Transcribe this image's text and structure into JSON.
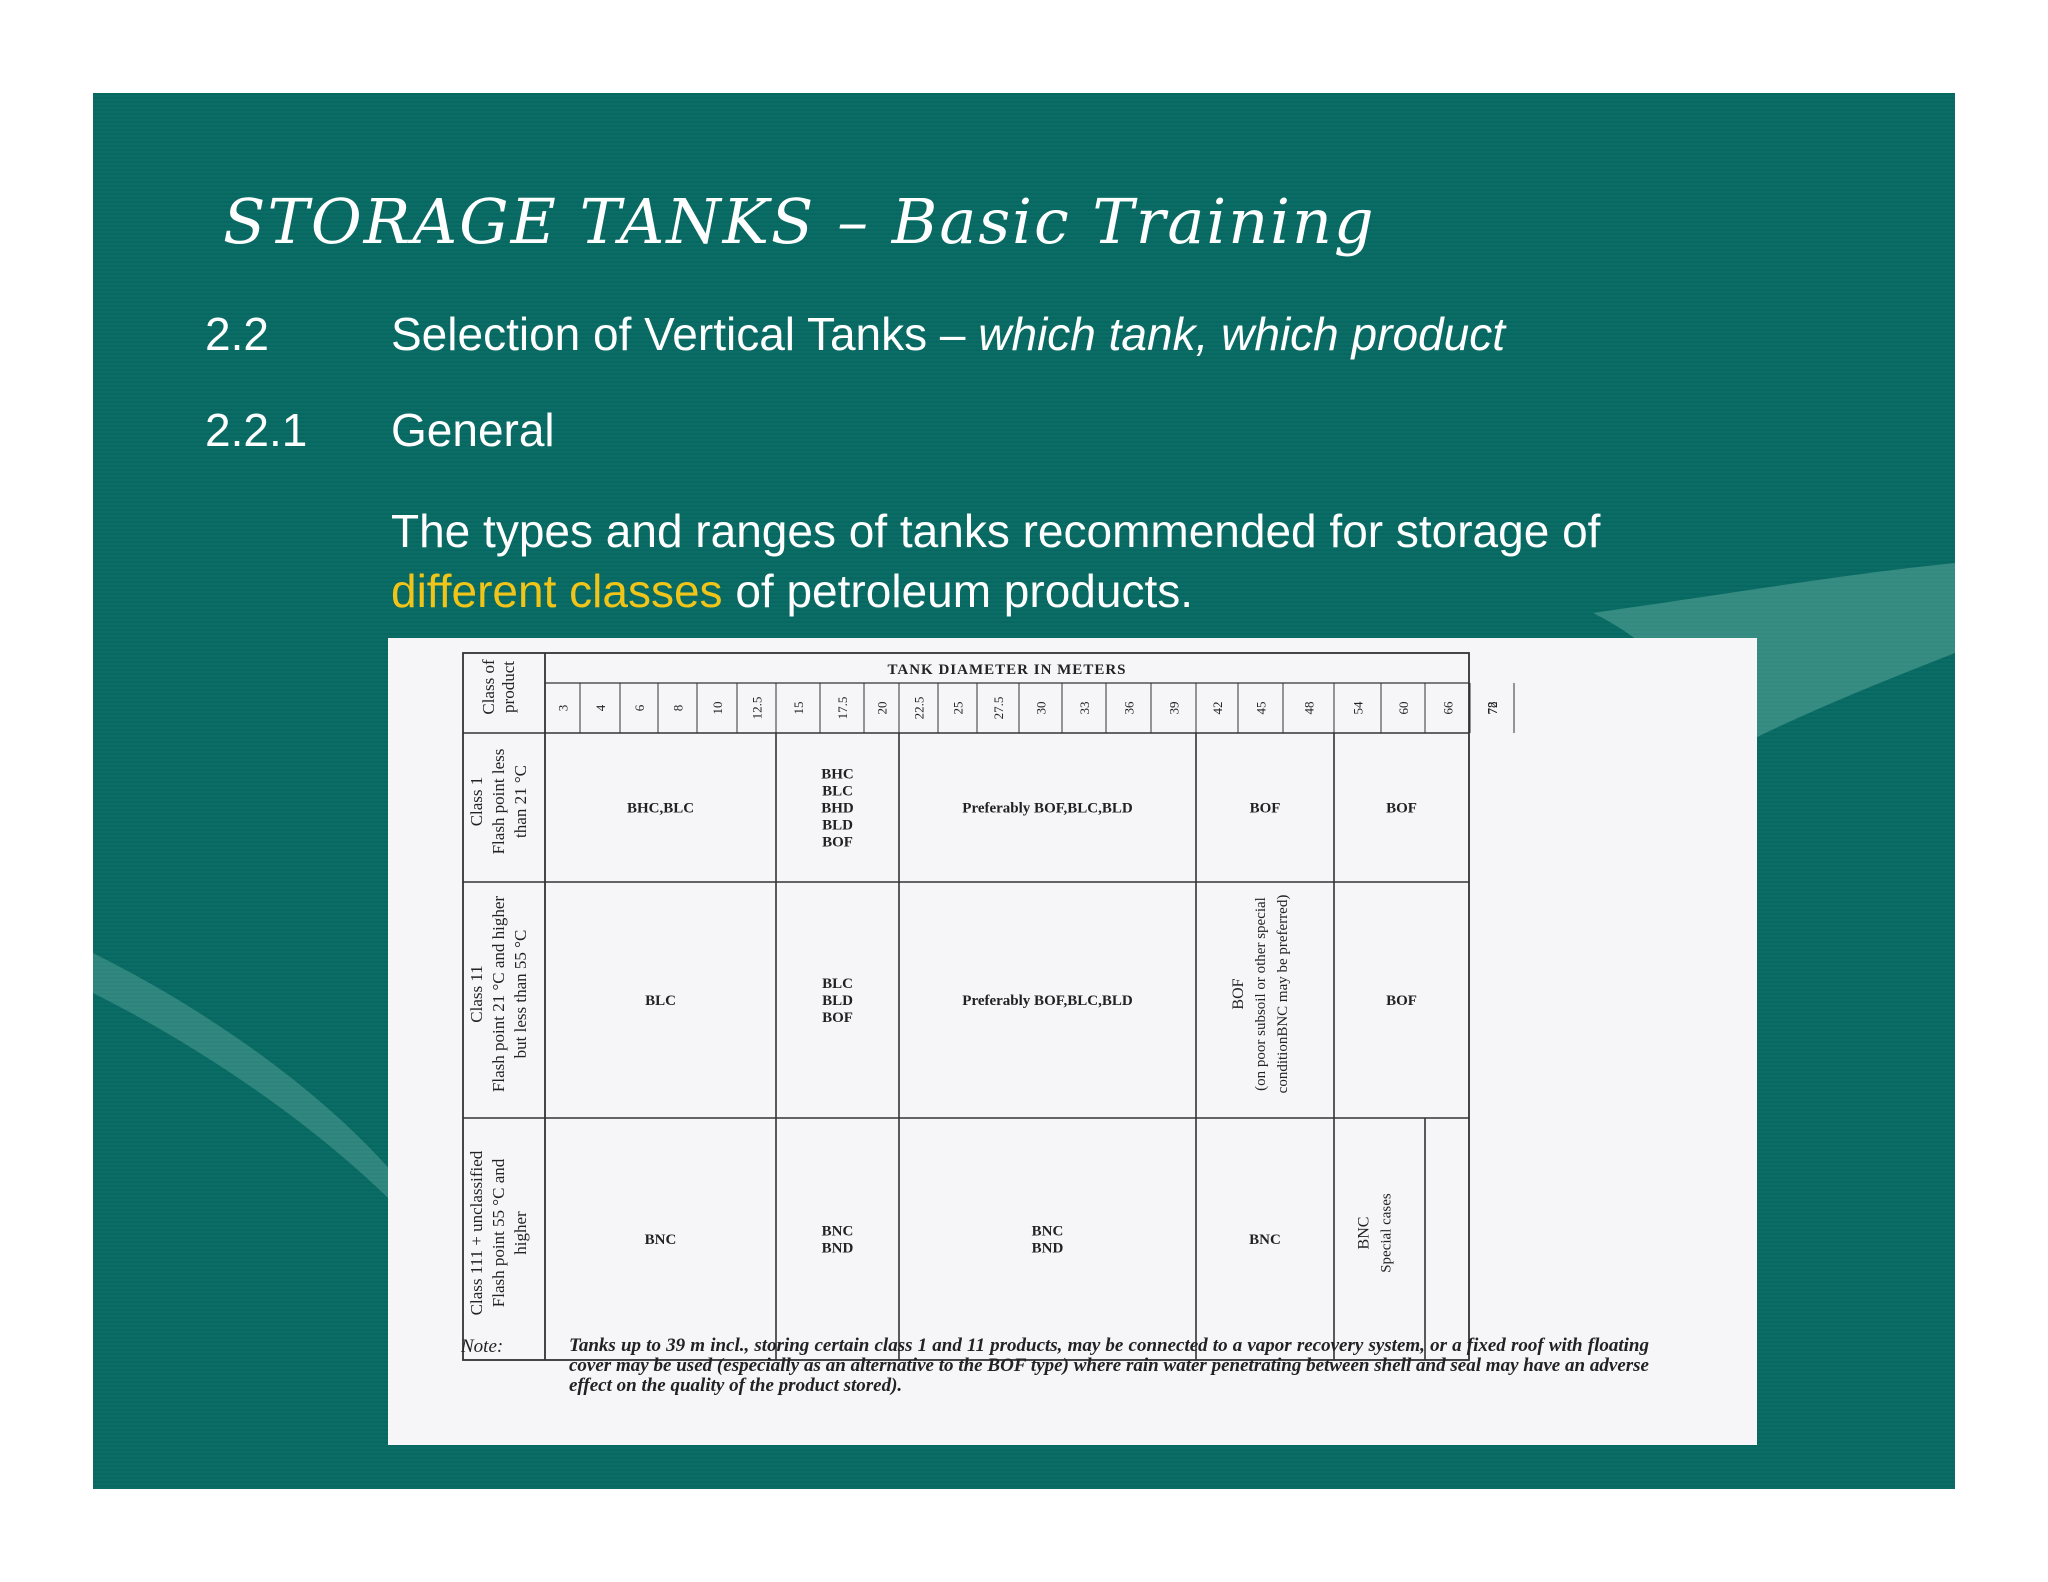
{
  "slide": {
    "title": "STORAGE TANKS – Basic Training",
    "section_number": "2.2",
    "section_title": "Selection of Vertical Tanks – ",
    "section_title_italic": "which tank, which product",
    "subsection_number": "2.2.1",
    "subsection_title": "General",
    "body_part1": "The types and ranges of tanks recommended for storage of",
    "body_highlight": "different classes",
    "body_part2": " of petroleum products."
  },
  "table": {
    "header_title": "TANK DIAMETER IN METERS",
    "class_header": [
      "Class of",
      "product"
    ],
    "diameters": [
      "3",
      "4",
      "6",
      "8",
      "10",
      "12.5",
      "15",
      "17.5",
      "20",
      "22.5",
      "25",
      "27.5",
      "30",
      "33",
      "36",
      "39",
      "42",
      "45",
      "48",
      "54",
      "60",
      "66",
      "72",
      "78"
    ],
    "rows": [
      {
        "label": [
          "Class 1",
          "Flash point less",
          "than 21 °C"
        ],
        "cells": [
          {
            "span": [
              0,
              5
            ],
            "lines": [
              "BHC,BLC"
            ]
          },
          {
            "span": [
              6,
              8
            ],
            "lines": [
              "BHC",
              "BLC",
              "BHD",
              "BLD",
              "BOF"
            ]
          },
          {
            "span": [
              9,
              15
            ],
            "lines": [
              "Preferably BOF,BLC,BLD"
            ]
          },
          {
            "span": [
              16,
              18
            ],
            "lines": [
              "BOF"
            ]
          },
          {
            "span": [
              19,
              23
            ],
            "lines": [
              "BOF"
            ]
          }
        ]
      },
      {
        "label": [
          "Class 11",
          "Flash point 21 °C and higher",
          "but less than 55 °C"
        ],
        "cells": [
          {
            "span": [
              0,
              5
            ],
            "lines": [
              "BLC"
            ]
          },
          {
            "span": [
              6,
              8
            ],
            "lines": [
              "BLC",
              "BLD",
              "BOF"
            ]
          },
          {
            "span": [
              9,
              15
            ],
            "lines": [
              "Preferably BOF,BLC,BLD"
            ]
          },
          {
            "span": [
              16,
              18
            ],
            "rotated": true,
            "lines": [
              "BOF",
              "(on poor subsoil or other special",
              "conditionBNC may be preferred)"
            ]
          },
          {
            "span": [
              19,
              23
            ],
            "lines": [
              "BOF"
            ]
          }
        ]
      },
      {
        "label": [
          "Class 111 + unclassified",
          "Flash point 55 °C and",
          "higher"
        ],
        "cells": [
          {
            "span": [
              0,
              5
            ],
            "lines": [
              "BNC"
            ]
          },
          {
            "span": [
              6,
              8
            ],
            "lines": [
              "BNC",
              "BND"
            ]
          },
          {
            "span": [
              9,
              15
            ],
            "lines": [
              "BNC",
              "BND"
            ]
          },
          {
            "span": [
              16,
              18
            ],
            "lines": [
              "BNC"
            ]
          },
          {
            "span": [
              19,
              20
            ],
            "rotated": true,
            "lines": [
              "BNC",
              "Special cases"
            ]
          },
          {
            "span": [
              21,
              23
            ],
            "lines": []
          }
        ]
      }
    ],
    "note_label": "Note:",
    "note_text": "Tanks up to 39 m incl., storing certain class 1 and 11 products, may be connected to a vapor recovery system, or a fixed roof with floating cover may be used (especially as an alternative to the BOF type) where rain water penetrating between shell and seal may have an adverse effect on the quality of the product stored)."
  },
  "colors": {
    "slide_background": "#066a62",
    "highlight": "#f0c419",
    "text": "#ffffff"
  }
}
